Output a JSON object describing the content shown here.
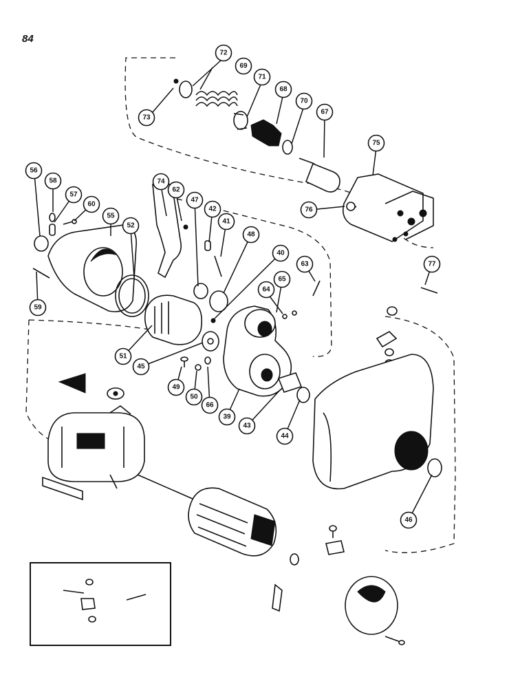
{
  "page": {
    "number": "84"
  },
  "callouts": [
    {
      "id": "72",
      "label": "72"
    },
    {
      "id": "69",
      "label": "69"
    },
    {
      "id": "71",
      "label": "71"
    },
    {
      "id": "68",
      "label": "68"
    },
    {
      "id": "70",
      "label": "70"
    },
    {
      "id": "67",
      "label": "67"
    },
    {
      "id": "73",
      "label": "73"
    },
    {
      "id": "75",
      "label": "75"
    },
    {
      "id": "76",
      "label": "76"
    },
    {
      "id": "56",
      "label": "56"
    },
    {
      "id": "58",
      "label": "58"
    },
    {
      "id": "57",
      "label": "57"
    },
    {
      "id": "60",
      "label": "60"
    },
    {
      "id": "55",
      "label": "55"
    },
    {
      "id": "52",
      "label": "52"
    },
    {
      "id": "74",
      "label": "74"
    },
    {
      "id": "62",
      "label": "62"
    },
    {
      "id": "47",
      "label": "47"
    },
    {
      "id": "42",
      "label": "42"
    },
    {
      "id": "41",
      "label": "41"
    },
    {
      "id": "48",
      "label": "48"
    },
    {
      "id": "40",
      "label": "40"
    },
    {
      "id": "63",
      "label": "63"
    },
    {
      "id": "77",
      "label": "77"
    },
    {
      "id": "65",
      "label": "65"
    },
    {
      "id": "64",
      "label": "64"
    },
    {
      "id": "59",
      "label": "59"
    },
    {
      "id": "51",
      "label": "51"
    },
    {
      "id": "45",
      "label": "45"
    },
    {
      "id": "49",
      "label": "49"
    },
    {
      "id": "50",
      "label": "50"
    },
    {
      "id": "66",
      "label": "66"
    },
    {
      "id": "39",
      "label": "39"
    },
    {
      "id": "43",
      "label": "43"
    },
    {
      "id": "44",
      "label": "44"
    },
    {
      "id": "46",
      "label": "46"
    }
  ]
}
